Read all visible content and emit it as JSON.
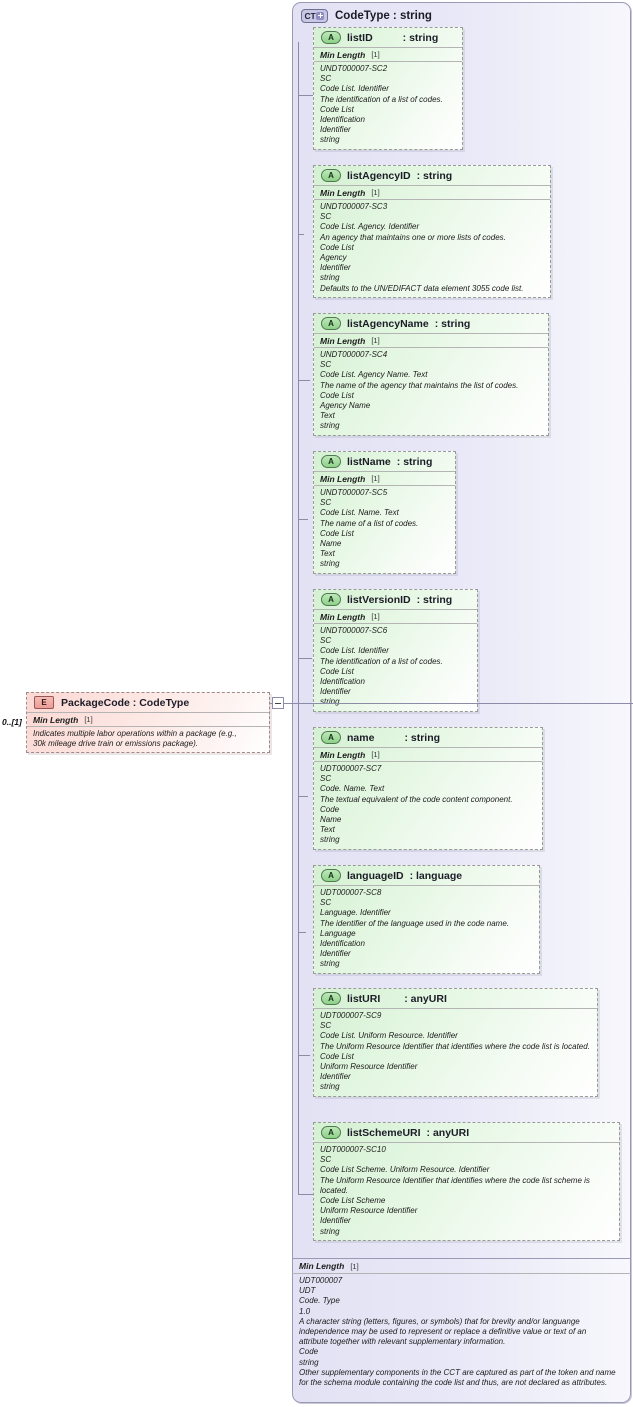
{
  "diagram": {
    "type": "xsd-schema-diagram",
    "complex_type": {
      "badge": "CT",
      "badge_icon": "plus-icon",
      "title": "CodeType : string"
    },
    "element": {
      "badge": "E",
      "title": "PackageCode : CodeType",
      "cardinality": "0..[1]",
      "rule_name": "Min Length",
      "rule_card": "[1]",
      "doc_lines": [
        "Indicates multiple labor operations within a package (e.g.,",
        "30k mileage drive train or emissions package)."
      ]
    },
    "attributes": [
      {
        "badge": "A",
        "name": "listID",
        "type": ": string",
        "rule_name": "Min Length",
        "rule_card": "[1]",
        "doc_lines": [
          "UNDT000007-SC2",
          "SC",
          "Code List. Identifier",
          "The identification of a list of codes.",
          "Code List",
          "Identification",
          "Identifier",
          "string"
        ]
      },
      {
        "badge": "A",
        "name": "listAgencyID",
        "type": ": string",
        "rule_name": "Min Length",
        "rule_card": "[1]",
        "doc_lines": [
          "UNDT000007-SC3",
          "SC",
          "Code List. Agency. Identifier",
          "An agency that maintains one or more lists of codes.",
          "Code List",
          "Agency",
          "Identifier",
          "string",
          "Defaults to the UN/EDIFACT data element 3055 code list."
        ]
      },
      {
        "badge": "A",
        "name": "listAgencyName",
        "type": ": string",
        "rule_name": "Min Length",
        "rule_card": "[1]",
        "doc_lines": [
          "UNDT000007-SC4",
          "SC",
          "Code List. Agency Name. Text",
          "The name of the agency that maintains the list of codes.",
          "Code List",
          "Agency Name",
          "Text",
          "string"
        ]
      },
      {
        "badge": "A",
        "name": "listName",
        "type": ": string",
        "rule_name": "Min Length",
        "rule_card": "[1]",
        "doc_lines": [
          "UNDT000007-SC5",
          "SC",
          "Code List. Name. Text",
          "The name of a list of codes.",
          "Code List",
          "Name",
          "Text",
          "string"
        ]
      },
      {
        "badge": "A",
        "name": "listVersionID",
        "type": ": string",
        "rule_name": "Min Length",
        "rule_card": "[1]",
        "doc_lines": [
          "UNDT000007-SC6",
          "SC",
          "Code List. Identifier",
          "The identification of a list of codes.",
          "Code List",
          "Identification",
          "Identifier",
          "string"
        ]
      },
      {
        "badge": "A",
        "name": "name",
        "type": ": string",
        "rule_name": "Min Length",
        "rule_card": "[1]",
        "doc_lines": [
          "UDT000007-SC7",
          "SC",
          "Code. Name. Text",
          "The textual equivalent of the code content component.",
          "Code",
          "Name",
          "Text",
          "string"
        ]
      },
      {
        "badge": "A",
        "name": "languageID",
        "type": ": language",
        "rule_name": null,
        "rule_card": null,
        "doc_lines": [
          "UDT000007-SC8",
          "SC",
          "Language. Identifier",
          "The identifier of the language used in the code name.",
          "Language",
          "Identification",
          "Identifier",
          "string"
        ]
      },
      {
        "badge": "A",
        "name": "listURI",
        "type": ": anyURI",
        "rule_name": null,
        "rule_card": null,
        "doc_lines": [
          "UDT000007-SC9",
          "SC",
          "Code List. Uniform Resource. Identifier",
          "The Uniform Resource Identifier that identifies where the code list is located.",
          "Code List",
          "Uniform Resource Identifier",
          "Identifier",
          "string"
        ]
      },
      {
        "badge": "A",
        "name": "listSchemeURI",
        "type": ": anyURI",
        "rule_name": null,
        "rule_card": null,
        "doc_lines": [
          "UDT000007-SC10",
          "SC",
          "Code List Scheme. Uniform Resource. Identifier",
          "The Uniform Resource Identifier that identifies where the code list scheme is located.",
          "Code List Scheme",
          "Uniform Resource Identifier",
          "Identifier",
          "string"
        ]
      }
    ],
    "type_documentation": {
      "rule_name": "Min Length",
      "rule_card": "[1]",
      "doc_lines": [
        "UDT000007",
        "UDT",
        "Code. Type",
        "1.0",
        "A character string (letters, figures, or symbols) that for brevity and/or languange independence may be used to represent or replace a definitive value or text of an attribute together with relevant supplementary information.",
        "Code",
        "string",
        "Other supplementary components in the CCT are captured as part of the token and name for the schema module containing the code list and thus, are not declared as attributes."
      ]
    }
  },
  "colors": {
    "container_bg": "#e4e4f5",
    "container_border": "#9a9ab4",
    "attribute_bg": "#d8f2d5",
    "attribute_border": "#9a9a9a",
    "element_bg": "#fbd8d3",
    "element_border": "#a08a8a",
    "connector_line": "#8c8ca8"
  }
}
